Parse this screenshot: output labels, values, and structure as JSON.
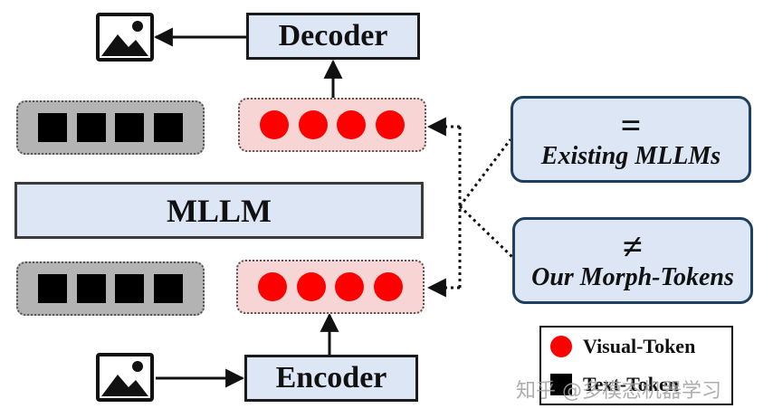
{
  "decoder": {
    "label": "Decoder"
  },
  "encoder": {
    "label": "Encoder"
  },
  "model": {
    "label": "MLLM"
  },
  "comparison": {
    "equal": {
      "symbol": "=",
      "text": "Existing MLLMs"
    },
    "not_equal": {
      "symbol": "≠",
      "text": "Our Morph-Tokens"
    }
  },
  "legend": {
    "visual": "Visual-Token",
    "text": "Text-Token"
  },
  "watermark": "知乎 @多模态机器学习",
  "colors": {
    "visual_token": "#ff0000",
    "text_token": "#000000",
    "box_fill": "#dce6f5",
    "token_row_text_bg": "#b3b3b3",
    "token_row_visual_bg": "#f8d5d5"
  },
  "icons": [
    "image-icon-output",
    "image-icon-input",
    "arrow-icon"
  ]
}
